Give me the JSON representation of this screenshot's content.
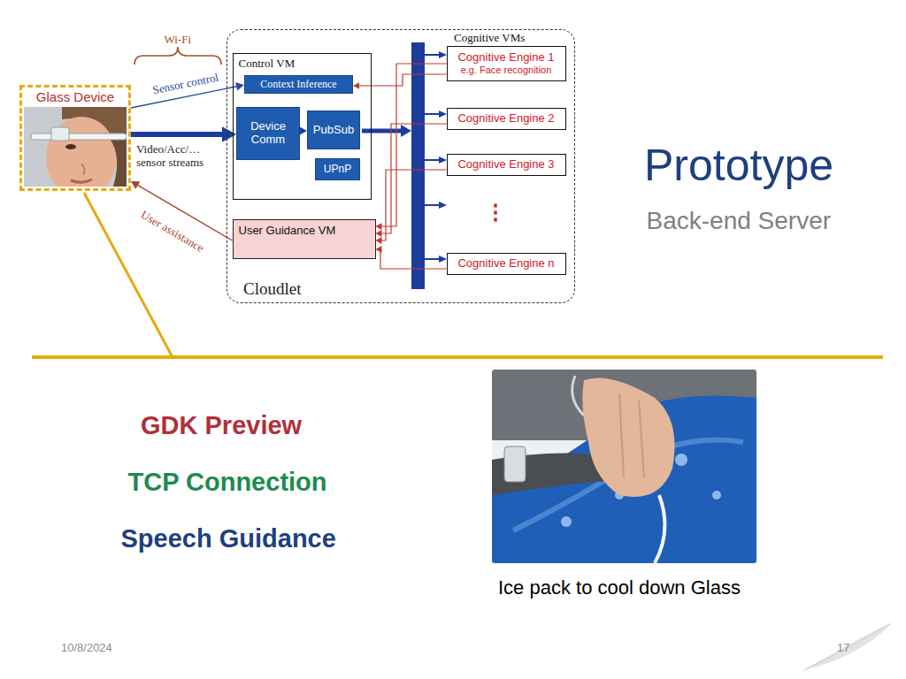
{
  "diagram": {
    "title": "Prototype",
    "nodes": [
      {
        "text": [
          "Glass Device"
        ]
      },
      {
        "text": [
          "Cloudlet"
        ]
      },
      {
        "text": [
          "Control VM"
        ],
        "in": 1
      },
      {
        "text": [
          "Context Inference"
        ],
        "in": 2
      },
      {
        "text": [
          "Device Comm"
        ],
        "in": 2
      },
      {
        "text": [
          "PubSub"
        ],
        "in": 2
      },
      {
        "text": [
          "UPnP"
        ],
        "in": 2
      },
      {
        "text": [
          "User Guidance VM"
        ],
        "in": 1
      },
      {
        "text": [
          "Cognitive Engine 1",
          "e.g. Face recognition"
        ],
        "in": 1
      },
      {
        "text": [
          "Cognitive Engine 2"
        ],
        "in": 1
      },
      {
        "text": [
          "Cognitive Engine 3"
        ],
        "in": 1
      },
      {
        "text": [
          "Cognitive Engine n"
        ],
        "in": 1
      }
    ],
    "edges": [
      {
        "from": 0,
        "to": 3,
        "label": "Sensor control",
        "arrow": "to"
      },
      {
        "from": 0,
        "to": 4,
        "label": "Video/Acc/… sensor streams",
        "arrow": "to"
      },
      {
        "from": 7,
        "to": 0,
        "label": "User assistance",
        "arrow": "to"
      },
      {
        "from": 4,
        "to": 5,
        "arrow": "to"
      },
      {
        "from": 8,
        "to": 3,
        "arrow": "to"
      },
      {
        "from": 8,
        "to": 7,
        "arrow": "to"
      },
      {
        "from": 9,
        "to": 7,
        "arrow": "to"
      },
      {
        "from": 10,
        "to": 7,
        "arrow": "to"
      },
      {
        "from": 11,
        "to": 7,
        "arrow": "to"
      }
    ],
    "labels": [
      "Wi-Fi",
      "Cognitive VMs",
      "⋮",
      "Back-end Server",
      "GDK Preview",
      "TCP Connection",
      "Speech Guidance",
      "Ice pack to cool down Glass",
      "10/8/2024",
      "17"
    ]
  }
}
